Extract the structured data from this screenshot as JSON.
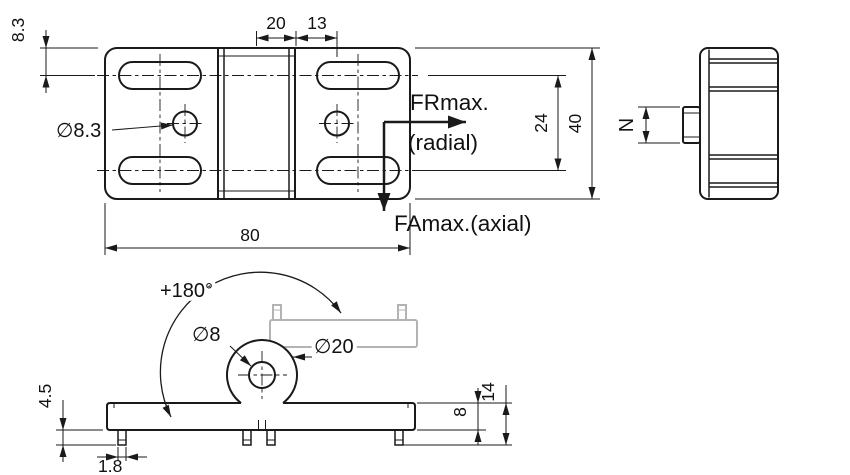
{
  "canvas": {
    "background": "#ffffff",
    "line_color": "#1a1a1a",
    "ghost_color": "#b3b3b3"
  },
  "top_view": {
    "dim_20": "20",
    "dim_13": "13",
    "dim_8_3": "8.3",
    "hole_diameter_label": "∅8.3",
    "dim_24": "24",
    "dim_40": "40",
    "dim_80": "80",
    "force_radial_label": "FRmax.",
    "force_radial_sub": "(radial)",
    "force_axial_label": "FAmax.(axial)"
  },
  "side_view": {
    "dim_n": "N"
  },
  "front_view": {
    "angle_label": "+180°",
    "pivot_hole_label": "∅8",
    "boss_diameter_label": "∅20",
    "dim_4_5": "4.5",
    "dim_1_8": "1.8",
    "dim_8": "8",
    "dim_14": "14"
  }
}
